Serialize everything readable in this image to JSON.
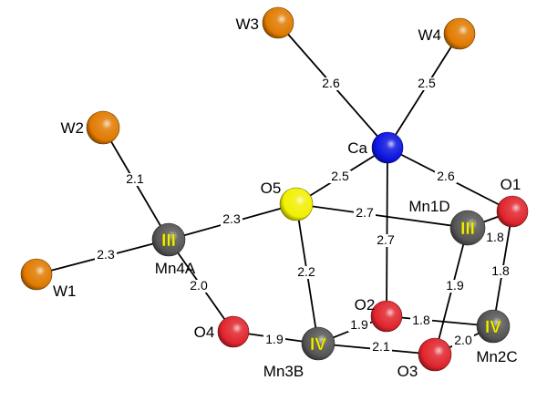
{
  "colors": {
    "water": "#e07a00",
    "calcium": "#0a14e0",
    "oxygen": "#e0242c",
    "oxo_bridge": "#f2f000",
    "manganese": "#555555",
    "oxidation_text": "#f5f000",
    "bond": "#000000"
  },
  "atoms": [
    {
      "id": "W1",
      "label": "W1",
      "type": "water"
    },
    {
      "id": "W2",
      "label": "W2",
      "type": "water"
    },
    {
      "id": "W3",
      "label": "W3",
      "type": "water"
    },
    {
      "id": "W4",
      "label": "W4",
      "type": "water"
    },
    {
      "id": "Ca",
      "label": "Ca",
      "type": "calcium"
    },
    {
      "id": "O5",
      "label": "O5",
      "type": "oxo_bridge"
    },
    {
      "id": "O1",
      "label": "O1",
      "type": "oxygen"
    },
    {
      "id": "O2",
      "label": "O2",
      "type": "oxygen"
    },
    {
      "id": "O3",
      "label": "O3",
      "type": "oxygen"
    },
    {
      "id": "O4",
      "label": "O4",
      "type": "oxygen"
    },
    {
      "id": "Mn4A",
      "label": "Mn4A",
      "type": "manganese",
      "oxidation": "III"
    },
    {
      "id": "Mn1D",
      "label": "Mn1D",
      "type": "manganese",
      "oxidation": "III"
    },
    {
      "id": "Mn3B",
      "label": "Mn3B",
      "type": "manganese",
      "oxidation": "IV"
    },
    {
      "id": "Mn2C",
      "label": "Mn2C",
      "type": "manganese",
      "oxidation": "IV"
    }
  ],
  "bonds": [
    {
      "from": "W3",
      "to": "Ca",
      "length": "2.6"
    },
    {
      "from": "W4",
      "to": "Ca",
      "length": "2.5"
    },
    {
      "from": "Ca",
      "to": "O5",
      "length": "2.5"
    },
    {
      "from": "Ca",
      "to": "O1",
      "length": "2.6"
    },
    {
      "from": "Ca",
      "to": "O2",
      "length": "2.7"
    },
    {
      "from": "W2",
      "to": "Mn4A",
      "length": "2.1"
    },
    {
      "from": "W1",
      "to": "Mn4A",
      "length": "2.3"
    },
    {
      "from": "Mn4A",
      "to": "O5",
      "length": "2.3"
    },
    {
      "from": "Mn4A",
      "to": "O4",
      "length": "2.0"
    },
    {
      "from": "O5",
      "to": "Mn1D",
      "length": "2.7"
    },
    {
      "from": "O5",
      "to": "Mn3B",
      "length": "2.2"
    },
    {
      "from": "Mn1D",
      "to": "O1",
      "length": "1.8"
    },
    {
      "from": "O1",
      "to": "Mn2C",
      "length": "1.8"
    },
    {
      "from": "Mn1D",
      "to": "O3",
      "length": "1.9"
    },
    {
      "from": "O4",
      "to": "Mn3B",
      "length": "1.9"
    },
    {
      "from": "Mn3B",
      "to": "O2",
      "length": "1.9"
    },
    {
      "from": "O2",
      "to": "Mn2C",
      "length": "1.8"
    },
    {
      "from": "Mn3B",
      "to": "O3",
      "length": "2.1"
    },
    {
      "from": "O3",
      "to": "Mn2C",
      "length": "2.0"
    }
  ]
}
